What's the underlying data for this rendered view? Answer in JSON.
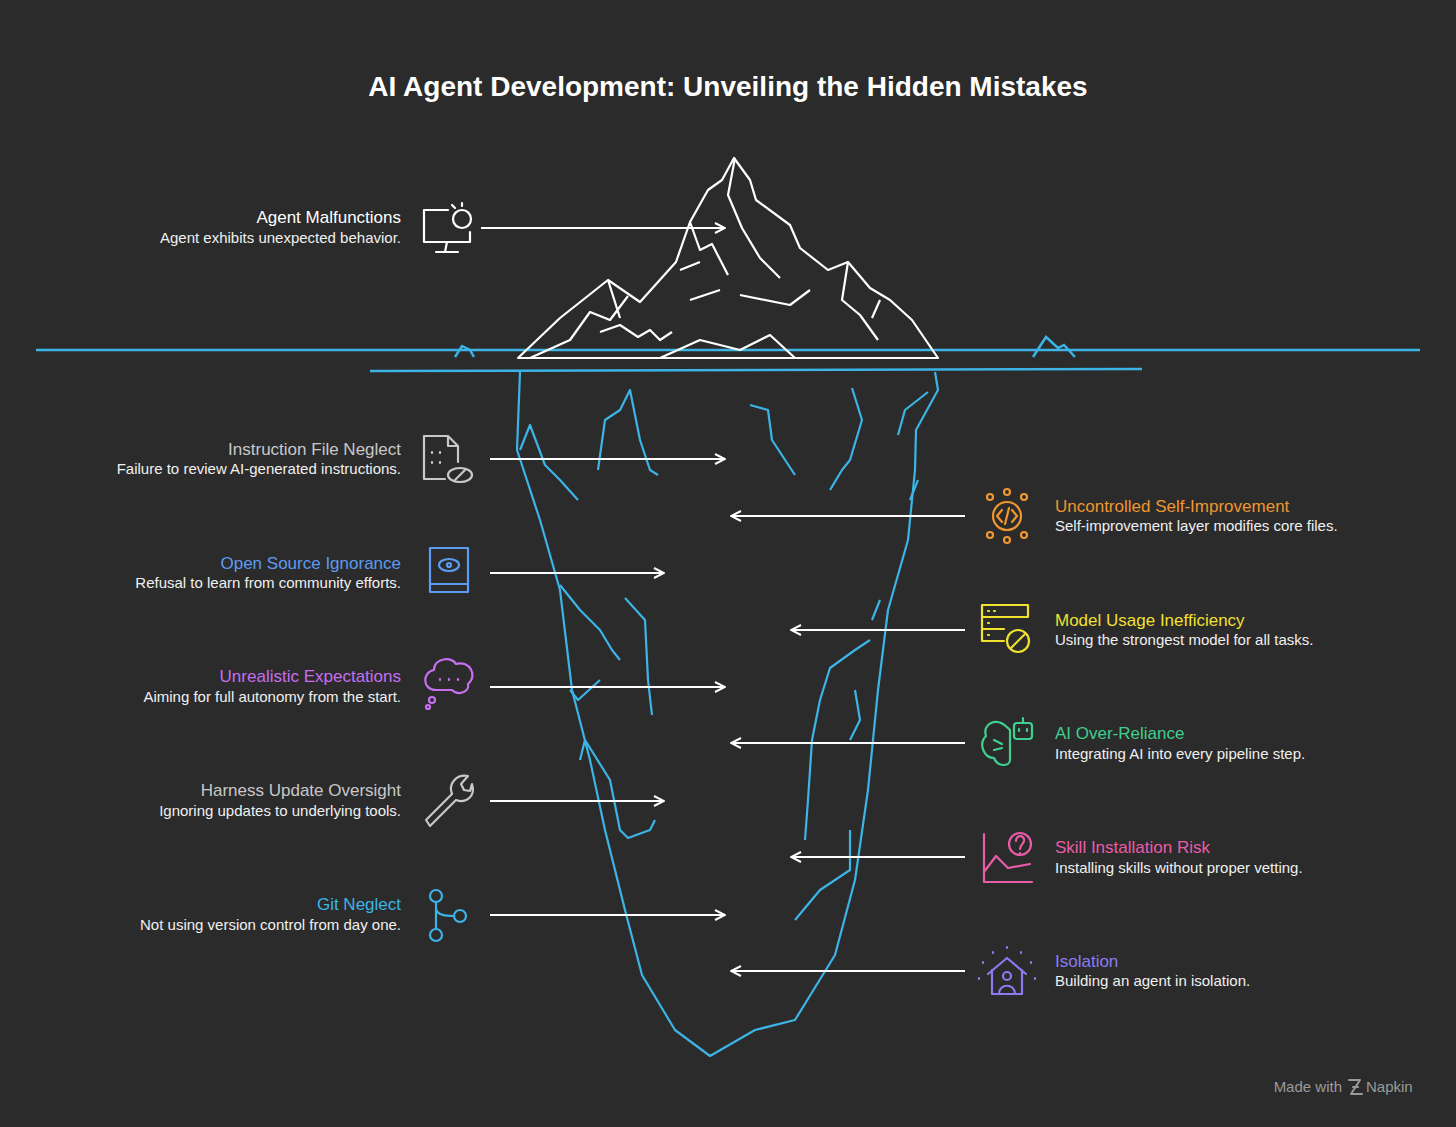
{
  "diagram": {
    "title": "AI Agent Development: Unveiling the Hidden Mistakes",
    "labels": [
      "Agent Malfunctions",
      "Agent exhibits unexpected behavior.",
      "Instruction File Neglect",
      "Failure to review AI-generated instructions.",
      "Open Source Ignorance",
      "Refusal to learn from community efforts.",
      "Unrealistic Expectations",
      "Aiming for full autonomy from the start.",
      "Harness Update Oversight",
      "Ignoring updates to underlying tools.",
      "Git Neglect",
      "Not using version control from day one.",
      "Uncontrolled Self-Improvement",
      "Self-improvement layer modifies core files.",
      "Model Usage Inefficiency",
      "Using the strongest model for all tasks.",
      "AI Over-Reliance",
      "Integrating AI into every pipeline step.",
      "Skill Installation Risk",
      "Installing skills without proper vetting.",
      "Isolation",
      "Building an agent in isolation.",
      "Made with",
      "Napkin"
    ]
  }
}
